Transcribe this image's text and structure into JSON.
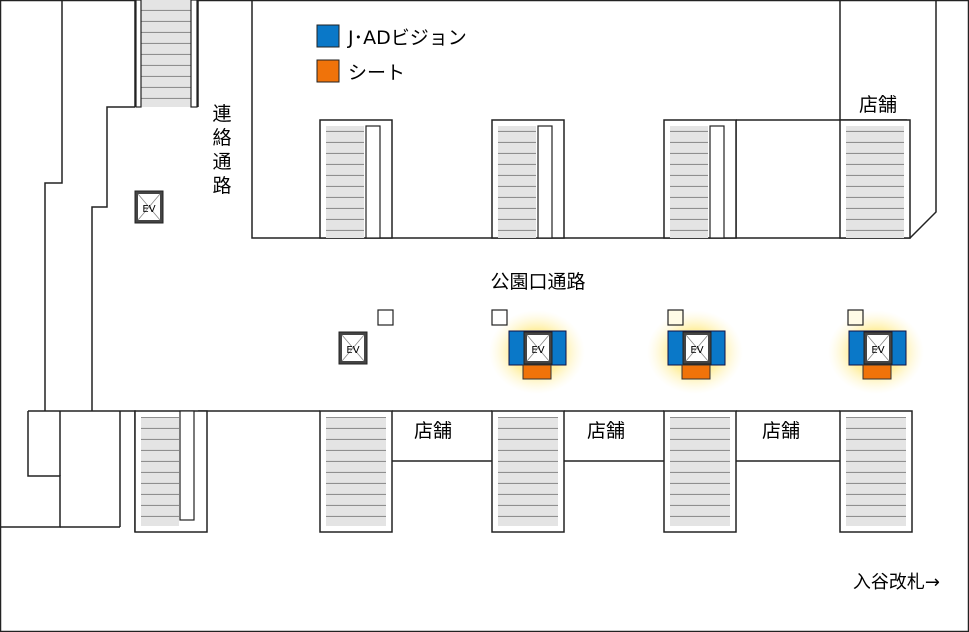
{
  "legend": {
    "items": [
      {
        "label": "J･ADビジョン",
        "color": "#0a78c8"
      },
      {
        "label": "シート",
        "color": "#f0730a"
      }
    ]
  },
  "labels": {
    "connecting_passage": [
      "連",
      "絡",
      "通",
      "路"
    ],
    "park_exit_passage": "公園口通路",
    "shop": "店舗",
    "iriya_gate": "入谷改札→",
    "elevator": "EV"
  },
  "colors": {
    "jad_vision": "#0a78c8",
    "sheet": "#f0730a",
    "glow": "#ffe46a",
    "stair_fill": "#e2e2e2",
    "wall": "#222222"
  },
  "icons": {
    "elevator": "elevator-icon",
    "stairs": "stairs-icon",
    "arrow": "right-arrow-icon"
  }
}
